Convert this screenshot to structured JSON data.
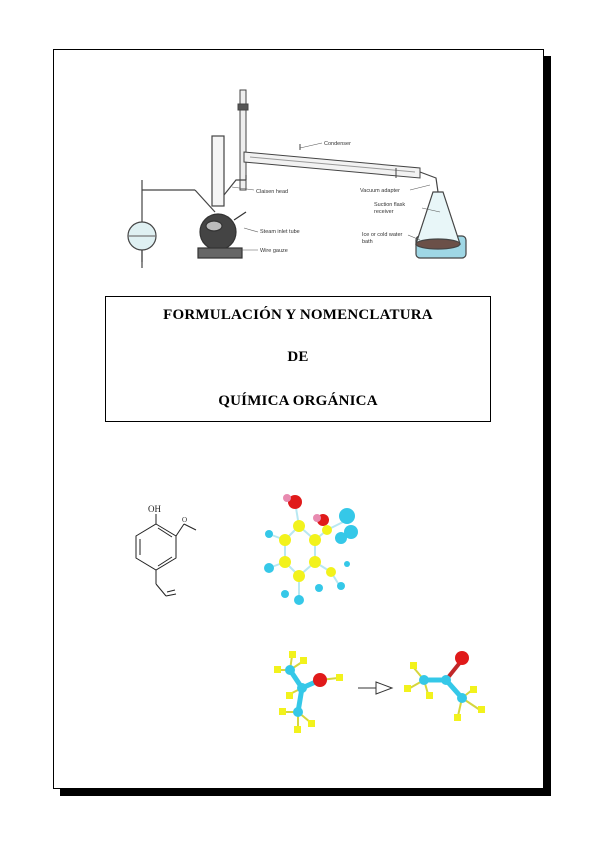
{
  "title": {
    "line1": "FORMULACIÓN Y NOMENCLATURA",
    "line2": "DE",
    "line3": "QUÍMICA ORGÁNICA"
  },
  "apparatus_labels": {
    "condenser": "Condenser",
    "claisen_head": "Claisen head",
    "vacuum_adapter": "Vacuum adapter",
    "steam_inlet_tube": "Steam inlet tube",
    "suction_flask": "Suction flask",
    "receiver": "receiver",
    "wire_gauze": "Wire gauze",
    "ice_bath_1": "Ice or cold water",
    "ice_bath_2": "bath"
  },
  "molecule_labels": {
    "hydroxyl": "OH"
  },
  "colors": {
    "carbon": "#f2f21c",
    "hydrogen": "#35c8e8",
    "oxygen": "#e01a1a",
    "bond_light": "#b8e8f2",
    "frame_shadow": "#000000"
  }
}
